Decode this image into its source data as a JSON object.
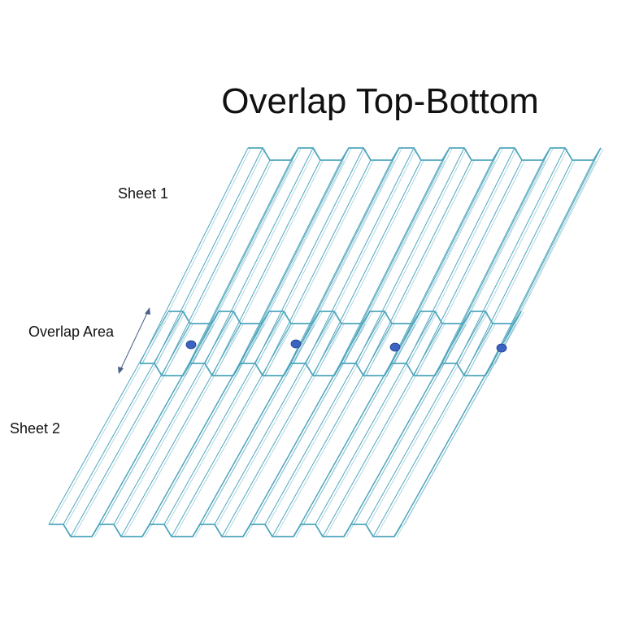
{
  "title": "Overlap Top-Bottom",
  "labels": {
    "sheet1": "Sheet 1",
    "overlap": "Overlap Area",
    "sheet2": "Sheet 2"
  },
  "colors": {
    "sheet_line": "#4fa6bd",
    "screw": "#3a63c2",
    "arrow": "#4a5f88"
  },
  "ribs_per_sheet": 7,
  "screw_count": 4
}
